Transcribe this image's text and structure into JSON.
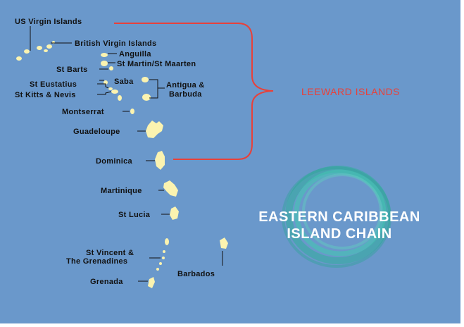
{
  "labels": {
    "us_virgin_islands": "US Virgin Islands",
    "british_virgin_islands": "British Virgin Islands",
    "anguilla": "Anguilla",
    "st_martin": "St Martin/St Maarten",
    "st_barts": "St Barts",
    "saba": "Saba",
    "antigua_line1": "Antigua &",
    "antigua_line2": "Barbuda",
    "st_eustatius": "St Eustatius",
    "st_kitts_nevis": "St Kitts & Nevis",
    "montserrat": "Montserrat",
    "guadeloupe": "Guadeloupe",
    "dominica": "Dominica",
    "martinique": "Martinique",
    "st_lucia": "St Lucia",
    "st_vincent_line1": "St Vincent &",
    "st_vincent_line2": "The Grenadines",
    "grenada": "Grenada",
    "barbados": "Barbados"
  },
  "region_label": "LEEWARD ISLANDS",
  "title": {
    "line1": "EASTERN CARIBBEAN",
    "line2": "ISLAND CHAIN"
  },
  "colors": {
    "sea": "#6a98cb",
    "island": "#fbf3b0",
    "bracket": "#e8413a",
    "logo_teal": "#3fbfae"
  }
}
